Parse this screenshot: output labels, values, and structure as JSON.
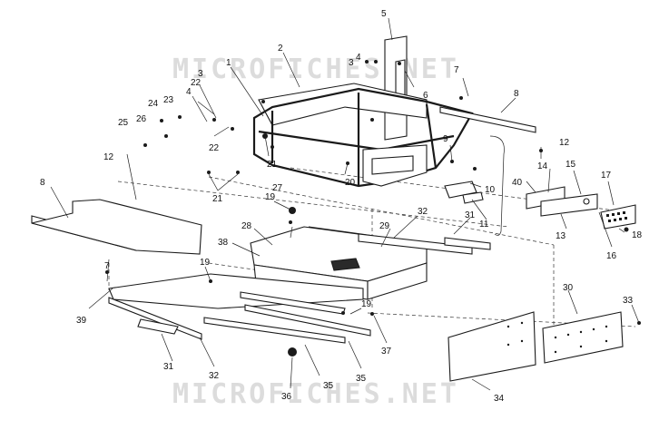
{
  "watermark": {
    "top": "MICROFICHES.NET",
    "bottom": "MICROFICHES.NET"
  },
  "labels": {
    "p1": "1",
    "p2": "2",
    "p3a": "3",
    "p3b": "3",
    "p4a": "4",
    "p4b": "4",
    "p5": "5",
    "p6": "6",
    "p7a": "7",
    "p7b": "7",
    "p8a": "8",
    "p8b": "8",
    "p9": "9",
    "p10": "10",
    "p11": "11",
    "p12a": "12",
    "p12b": "12",
    "p13": "13",
    "p14": "14",
    "p15": "15",
    "p16": "16",
    "p17": "17",
    "p18": "18",
    "p19a": "19",
    "p19b": "19",
    "p19c": "19",
    "p20": "20",
    "p21a": "21",
    "p21b": "21",
    "p22a": "22",
    "p22b": "22",
    "p23": "23",
    "p24": "24",
    "p25": "25",
    "p26": "26",
    "p27": "27",
    "p28": "28",
    "p29": "29",
    "p30": "30",
    "p31a": "31",
    "p31b": "31",
    "p32a": "32",
    "p32b": "32",
    "p33": "33",
    "p34": "34",
    "p35a": "35",
    "p35b": "35",
    "p36": "36",
    "p37": "37",
    "p38": "38",
    "p39": "39",
    "p40": "40"
  }
}
